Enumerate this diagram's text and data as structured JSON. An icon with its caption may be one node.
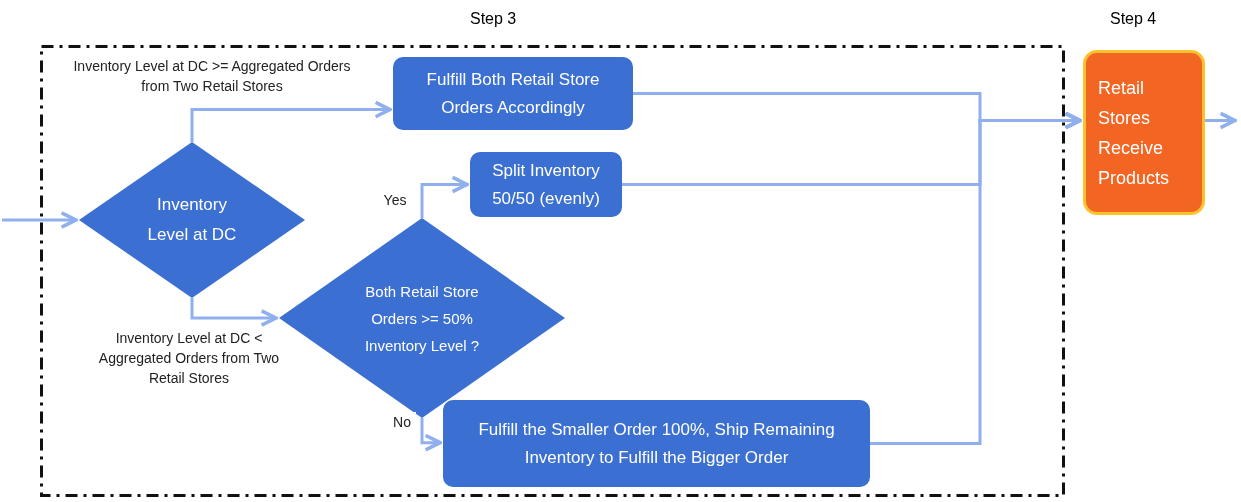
{
  "diagram": {
    "nodes": [
      {
        "text": [
          "Step 3"
        ]
      },
      {
        "text": [
          "Inventory Level at DC"
        ],
        "in": 0
      },
      {
        "text": [
          "Fulfill Both Retail Store Orders Accordingly"
        ],
        "in": 0
      },
      {
        "text": [
          "Split Inventory 50/50 (evenly)"
        ],
        "in": 0
      },
      {
        "text": [
          "Both Retail Store Orders >= 50% Inventory Level ?"
        ],
        "in": 0
      },
      {
        "text": [
          "Fulfill the Smaller Order 100%, Ship Remaining Inventory to Fulfill the Bigger Order"
        ],
        "in": 0
      },
      {
        "text": [
          "Step 4",
          "Retail Stores Receive Products"
        ]
      }
    ],
    "edges": [
      {
        "from": null,
        "to": 1,
        "arrow": "to"
      },
      {
        "from": 1,
        "to": 2,
        "arrow": "to",
        "label": "Inventory Level at DC >= Aggregated Orders from Two Retail Stores"
      },
      {
        "from": 1,
        "to": 4,
        "arrow": "to",
        "label": "Inventory Level at DC < Aggregated Orders from Two Retail Stores"
      },
      {
        "from": 4,
        "to": 3,
        "arrow": "to",
        "label": "Yes"
      },
      {
        "from": 4,
        "to": 5,
        "arrow": "to",
        "label": "No"
      },
      {
        "from": 2,
        "to": 6,
        "arrow": "to"
      },
      {
        "from": 3,
        "to": 6,
        "arrow": "to"
      },
      {
        "from": 5,
        "to": 6,
        "arrow": "to"
      },
      {
        "from": 6,
        "to": null,
        "arrow": "to"
      }
    ]
  }
}
